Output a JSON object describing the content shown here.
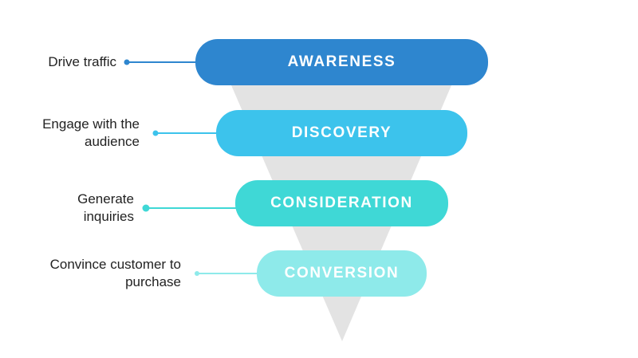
{
  "stages": [
    {
      "name": "AWARENESS",
      "goal_lines": [
        "Drive traffic"
      ],
      "color": "#2e86cf"
    },
    {
      "name": "DISCOVERY",
      "goal_lines": [
        "Engage with the",
        "audience"
      ],
      "color": "#3cc3ec"
    },
    {
      "name": "CONSIDERATION",
      "goal_lines": [
        "Generate",
        "inquiries"
      ],
      "color": "#3fd8d6"
    },
    {
      "name": "CONVERSION",
      "goal_lines": [
        "Convince customer to",
        "purchase"
      ],
      "color": "#8eeaea"
    }
  ],
  "funnel_color": "#e3e3e3"
}
